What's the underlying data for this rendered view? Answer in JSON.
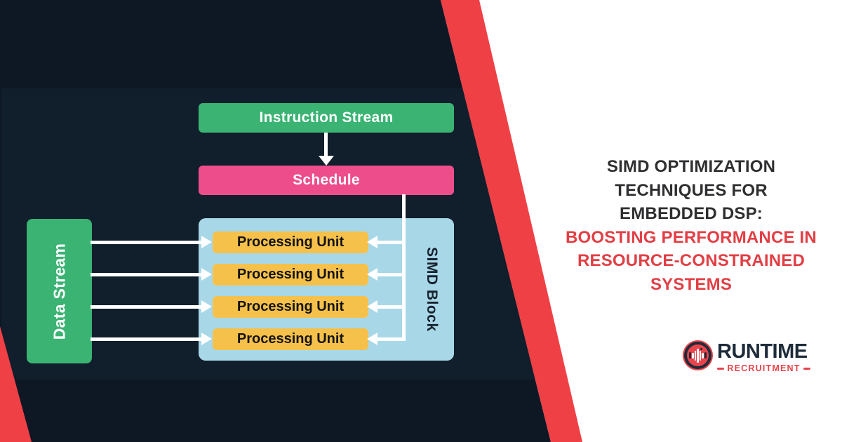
{
  "diagram": {
    "instruction_stream_label": "Instruction Stream",
    "schedule_label": "Schedule",
    "data_stream_label": "Data Stream",
    "simd_block_label": "SIMD Block",
    "processing_units": [
      "Processing Unit",
      "Processing Unit",
      "Processing Unit",
      "Processing Unit"
    ]
  },
  "title": {
    "line1": "SIMD OPTIMIZATION",
    "line2": "TECHNIQUES FOR",
    "line3": "EMBEDDED DSP:",
    "line4": "BOOSTING PERFORMANCE IN",
    "line5": "RESOURCE-CONSTRAINED",
    "line6": "SYSTEMS"
  },
  "logo": {
    "brand": "RUNTIME",
    "tagline": "RECRUITMENT"
  },
  "colors": {
    "background_navy": "#0e1824",
    "panel_navy": "#111e2b",
    "accent_red": "#ef4046",
    "green": "#3ab373",
    "pink": "#ee4d8c",
    "light_blue": "#a8d8e8",
    "yellow": "#f6c14b",
    "title_dark": "#2f2e30",
    "title_red": "#e23e44",
    "logo_navy": "#1d2b3a",
    "logo_red": "#e9434b"
  }
}
